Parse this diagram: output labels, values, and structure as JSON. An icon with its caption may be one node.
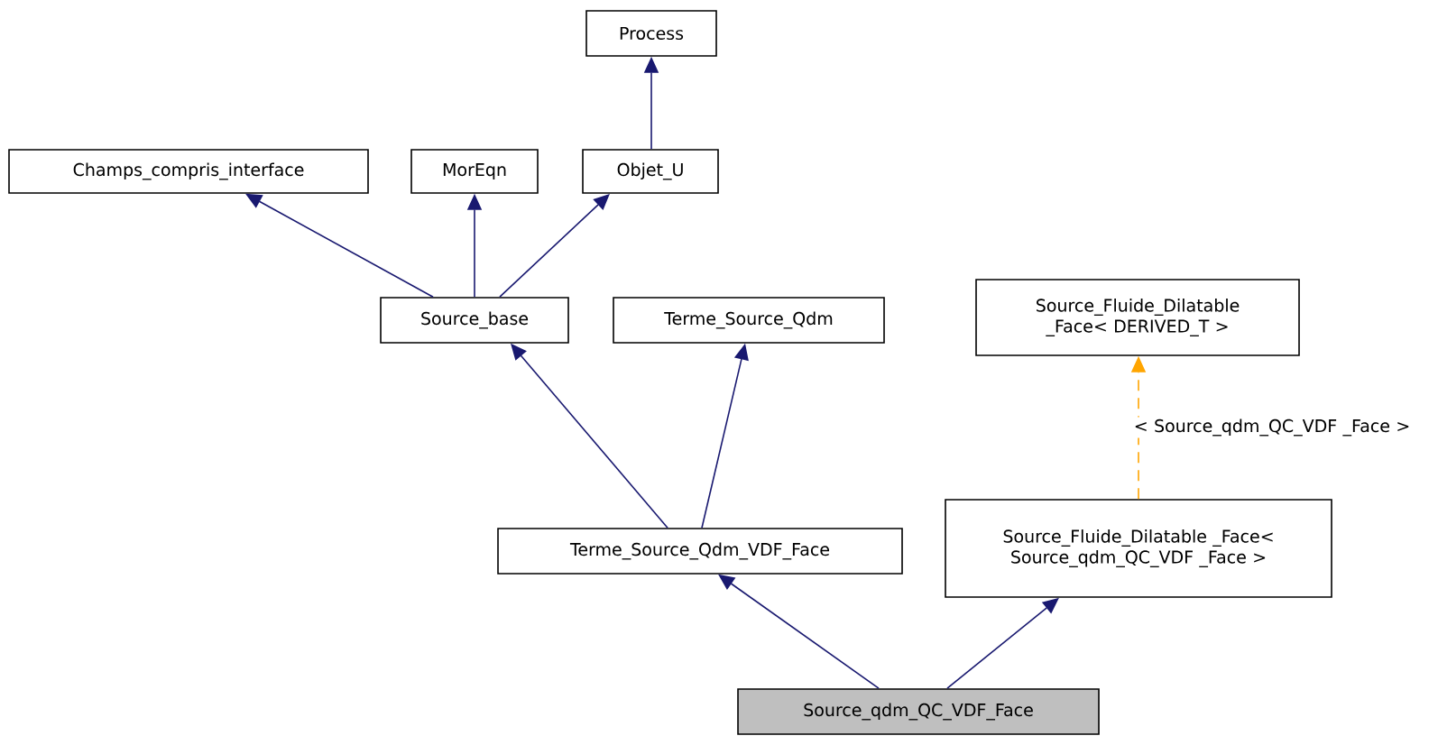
{
  "diagram": {
    "nodes": [
      {
        "text": [
          "Process"
        ]
      },
      {
        "text": [
          "Champs_compris_interface"
        ]
      },
      {
        "text": [
          "MorEqn"
        ]
      },
      {
        "text": [
          "Objet_U"
        ]
      },
      {
        "text": [
          "Source_base"
        ]
      },
      {
        "text": [
          "Terme_Source_Qdm"
        ]
      },
      {
        "text": [
          "Source_Fluide_Dilatable _Face< DERIVED_T >"
        ]
      },
      {
        "text": [
          "Terme_Source_Qdm_VDF_Face"
        ]
      },
      {
        "text": [
          "Source_Fluide_Dilatable _Face< Source_qdm_QC_VDF _Face >"
        ]
      },
      {
        "text": [
          "Source_qdm_QC_VDF_Face"
        ]
      }
    ],
    "edges": [
      {
        "from": 3,
        "to": 0,
        "arrow": "to"
      },
      {
        "from": 4,
        "to": 1,
        "arrow": "to"
      },
      {
        "from": 4,
        "to": 2,
        "arrow": "to"
      },
      {
        "from": 4,
        "to": 3,
        "arrow": "to"
      },
      {
        "from": 7,
        "to": 4,
        "arrow": "to"
      },
      {
        "from": 7,
        "to": 5,
        "arrow": "to"
      },
      {
        "from": 8,
        "to": 6,
        "arrow": "to",
        "label": "< Source_qdm_QC_VDF _Face >",
        "style": "dashed",
        "color": "#ffa500"
      },
      {
        "from": 9,
        "to": 7,
        "arrow": "to"
      },
      {
        "from": 9,
        "to": 8,
        "arrow": "to"
      }
    ]
  }
}
